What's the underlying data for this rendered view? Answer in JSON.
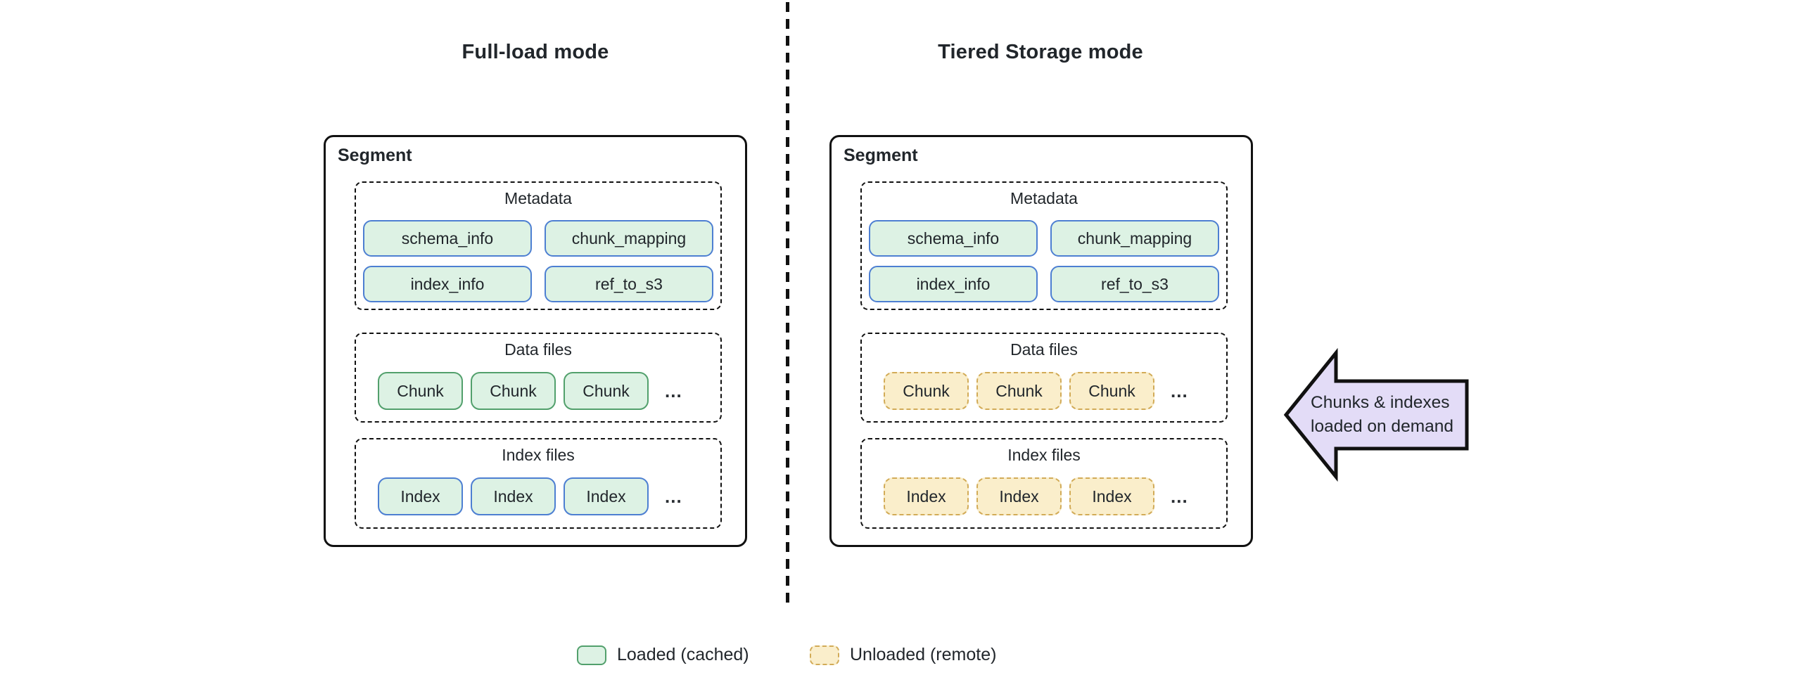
{
  "titles": {
    "left": "Full-load mode",
    "right": "Tiered Storage mode"
  },
  "segments": {
    "full_load": {
      "label": "Segment",
      "metadata": {
        "title": "Metadata",
        "items": [
          "schema_info",
          "chunk_mapping",
          "index_info",
          "ref_to_s3"
        ]
      },
      "data_files": {
        "title": "Data files",
        "items": [
          "Chunk",
          "Chunk",
          "Chunk"
        ],
        "more": "..."
      },
      "index_files": {
        "title": "Index files",
        "items": [
          "Index",
          "Index",
          "Index"
        ],
        "more": "..."
      }
    },
    "tiered": {
      "label": "Segment",
      "metadata": {
        "title": "Metadata",
        "items": [
          "schema_info",
          "chunk_mapping",
          "index_info",
          "ref_to_s3"
        ]
      },
      "data_files": {
        "title": "Data files",
        "items": [
          "Chunk",
          "Chunk",
          "Chunk"
        ],
        "more": "..."
      },
      "index_files": {
        "title": "Index files",
        "items": [
          "Index",
          "Index",
          "Index"
        ],
        "more": "..."
      }
    }
  },
  "annotation": {
    "line1": "Chunks & indexes",
    "line2": "loaded on demand"
  },
  "legend": {
    "loaded": "Loaded (cached)",
    "unloaded": "Unloaded (remote)"
  },
  "colors": {
    "loaded_fill": "#ddf2e4",
    "loaded_border_green": "#52a06c",
    "loaded_border_blue": "#4d7fd2",
    "unloaded_fill": "#faeecb",
    "unloaded_border": "#d2ab57",
    "annotation_fill": "#e3dcf7",
    "outline": "#111111"
  }
}
